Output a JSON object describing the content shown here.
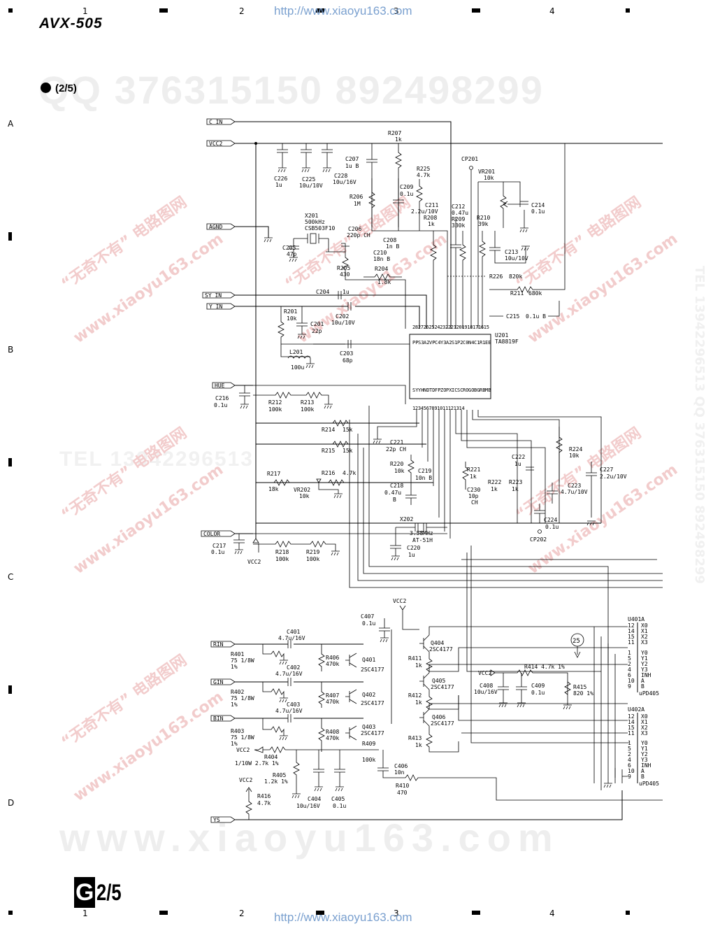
{
  "header": {
    "model": "AVX-505",
    "sheet_label": "(2/5)",
    "url": "http://www.xiaoyu163.com"
  },
  "grid": {
    "columns": [
      "1",
      "2",
      "3",
      "4"
    ],
    "rows": [
      "A",
      "B",
      "C",
      "D"
    ]
  },
  "footer": {
    "badge_letter": "G",
    "badge_page": "2/5",
    "url": "http://www.xiaoyu163.com"
  },
  "watermarks": {
    "qq_line": "QQ 376315150   892498299",
    "site": "www.xiaoyu163.com",
    "tel_line": "TEL 13942296513",
    "cn_text": "“无奇不有” 电路图网",
    "side_text": "TEL 13942296513  QQ 376315150  892498299",
    "colors": {
      "big": "#eeeeee",
      "red": "#f2cccc",
      "url": "#7aa0cf"
    }
  },
  "ports": {
    "c_in": "C IN",
    "vcc2": "VCC2",
    "agnd": "AGND",
    "sy_in": "SY IN",
    "y_in": "Y IN",
    "hue": "HUE",
    "color": "COLOR",
    "rin": "RIN",
    "gin": "GIN",
    "bin": "BIN",
    "ys": "YS"
  },
  "components": {
    "c226": [
      "C226",
      "1u"
    ],
    "c225": [
      "C225",
      "10u/10V"
    ],
    "c228": [
      "C228",
      "10u/16V"
    ],
    "c207": [
      "C207",
      "1u B"
    ],
    "r207": [
      "R207",
      "1k"
    ],
    "c209": [
      "C209",
      "0.1u"
    ],
    "r225": [
      "R225",
      "4.7k"
    ],
    "cp201": "CP201",
    "vr201": [
      "VR201",
      "10k"
    ],
    "c214": [
      "C214",
      "0.1u"
    ],
    "r206": [
      "R206",
      "1M"
    ],
    "c211": [
      "C211",
      "2.2u/10V"
    ],
    "c212": [
      "C212",
      "0.47u"
    ],
    "r208": [
      "R208",
      "1k"
    ],
    "r209": [
      "R209",
      "330k"
    ],
    "r210": [
      "R210",
      "39k"
    ],
    "x201": [
      "X201",
      "500kHz",
      "CSB503F10"
    ],
    "c206": [
      "C206",
      "220p CH"
    ],
    "c208": [
      "C208",
      "1n B"
    ],
    "c210": [
      "C210",
      "18n B"
    ],
    "c213": [
      "C213",
      "10u/10V"
    ],
    "c205": [
      "C205",
      "47p"
    ],
    "r205": [
      "R205",
      "430"
    ],
    "r204": [
      "R204",
      "1.8k"
    ],
    "r226": [
      "R226",
      "820k"
    ],
    "r211": [
      "R211",
      "680k"
    ],
    "c204": [
      "C204",
      "1u"
    ],
    "c215": [
      "C215",
      "0.1u B"
    ],
    "r201": [
      "R201",
      "10k"
    ],
    "c201": [
      "C201",
      "22p"
    ],
    "c202": [
      "C202",
      "10u/10V"
    ],
    "u201": [
      "U201",
      "TA8819F"
    ],
    "l201": [
      "L201",
      "100u"
    ],
    "c203": [
      "C203",
      "68p"
    ],
    "c216": [
      "C216",
      "0.1u"
    ],
    "r212": [
      "R212",
      "100k"
    ],
    "r213": [
      "R213",
      "100k"
    ],
    "r214": [
      "R214",
      "15k"
    ],
    "r215": [
      "R215",
      "15k"
    ],
    "c221": [
      "C221",
      "22p CH"
    ],
    "r224": [
      "R224",
      "10k"
    ],
    "c222": [
      "C222",
      "1u"
    ],
    "c227": [
      "C227",
      "2.2u/10V"
    ],
    "r220": [
      "R220",
      "10k"
    ],
    "c219": [
      "C219",
      "10n B"
    ],
    "r221": [
      "R221",
      "1k"
    ],
    "r217": [
      "R217",
      "18k"
    ],
    "r216": [
      "R216",
      "4.7k"
    ],
    "vr202": [
      "VR202",
      "10k"
    ],
    "r222": [
      "R222",
      "1k"
    ],
    "r223": [
      "R223",
      "1k"
    ],
    "c223": [
      "C223",
      "4.7u/10V"
    ],
    "c218": [
      "C218",
      "0.47u",
      "B"
    ],
    "c230": [
      "C230",
      "10p",
      "CH"
    ],
    "c224": [
      "C224",
      "0.1u"
    ],
    "x202": [
      "X202",
      "3.58MHz",
      "AT-51H"
    ],
    "c220": [
      "C220",
      "1u"
    ],
    "cp202": "CP202",
    "c217": [
      "C217",
      "0.1u"
    ],
    "r218": [
      "R218",
      "100k"
    ],
    "r219": [
      "R219",
      "100k"
    ],
    "vcc2_a": "VCC2",
    "vcc2_b": "VCC2",
    "c407": [
      "C407",
      "0.1u"
    ],
    "c401": [
      "C401",
      "4.7u/16V"
    ],
    "r401": [
      "R401",
      "75 1/8W",
      "1%"
    ],
    "r406": [
      "R406",
      "470k"
    ],
    "q401": [
      "Q401",
      "2SC4177"
    ],
    "q404": [
      "Q404",
      "2SC4177"
    ],
    "r411": [
      "R411",
      "1k"
    ],
    "c402": [
      "C402",
      "4.7u/16V"
    ],
    "r414": [
      "R414 4.7k 1%"
    ],
    "vcc2_c": "VCC2",
    "c408": [
      "C408",
      "10u/16V"
    ],
    "c409": [
      "C409",
      "0.1u"
    ],
    "r415": [
      "R415",
      "820 1%"
    ],
    "r402": [
      "R402",
      "75 1/8W",
      "1%"
    ],
    "r407": [
      "R407",
      "470k"
    ],
    "q402": [
      "Q402",
      "2SC4177"
    ],
    "q405": [
      "Q405",
      "2SC4177"
    ],
    "r412": [
      "R412",
      "1k"
    ],
    "c403": [
      "C403",
      "4.7u/16V"
    ],
    "r403": [
      "R403",
      "75 1/8W",
      "1%"
    ],
    "r408": [
      "R408",
      "470k"
    ],
    "q403": [
      "Q403",
      "2SC4177"
    ],
    "q406": [
      "Q406",
      "2SC4177"
    ],
    "r413": [
      "R413",
      "1k"
    ],
    "vcc2_d": "VCC2",
    "r404": [
      "R404",
      "1/10W 2.7k 1%"
    ],
    "r409": [
      "R409",
      "100k"
    ],
    "c406": [
      "C406",
      "10n"
    ],
    "r405": [
      "R405",
      "1.2k 1%"
    ],
    "r410": [
      "R410",
      "470"
    ],
    "vcc2_e": "VCC2",
    "r416": [
      "R416",
      "4.7k"
    ],
    "c404": [
      "C404",
      "10u/16V"
    ],
    "c405": [
      "C405",
      "0.1u"
    ],
    "marker": "25"
  },
  "u201_pins": {
    "top_numbers": "2827262524232221201918171615",
    "top_names": [
      "PP",
      "S3",
      "A2",
      "VP",
      "C4",
      "Y3",
      "A2",
      "S1",
      "P2",
      "C0",
      "N4",
      "C1",
      "R1",
      "EE"
    ],
    "bottom_numbers": "1234567891011121314",
    "bottom_names": [
      "SY",
      "YH",
      "ND",
      "TD",
      "FP",
      "ZO",
      "PX",
      "IC",
      "SC",
      "RO",
      "GO",
      "BG",
      "RB",
      "MB"
    ]
  },
  "u401a": {
    "name": "U401A",
    "pins": [
      [
        "12",
        "X0"
      ],
      [
        "14",
        "X1"
      ],
      [
        "15",
        "X2"
      ],
      [
        "11",
        "X3"
      ],
      [
        "1",
        "Y0"
      ],
      [
        "5",
        "Y1"
      ],
      [
        "2",
        "Y2"
      ],
      [
        "4",
        "Y3"
      ],
      [
        "6",
        "INH"
      ],
      [
        "10",
        "A"
      ],
      [
        "9",
        "B"
      ]
    ],
    "part": "uPD405"
  },
  "u402a": {
    "name": "U402A",
    "pins": [
      [
        "12",
        "X0"
      ],
      [
        "14",
        "X1"
      ],
      [
        "15",
        "X2"
      ],
      [
        "11",
        "X3"
      ],
      [
        "1",
        "Y0"
      ],
      [
        "5",
        "Y1"
      ],
      [
        "2",
        "Y2"
      ],
      [
        "4",
        "Y3"
      ],
      [
        "6",
        "INH"
      ],
      [
        "10",
        "A"
      ],
      [
        "9",
        "B"
      ]
    ],
    "part": "uPD405"
  }
}
